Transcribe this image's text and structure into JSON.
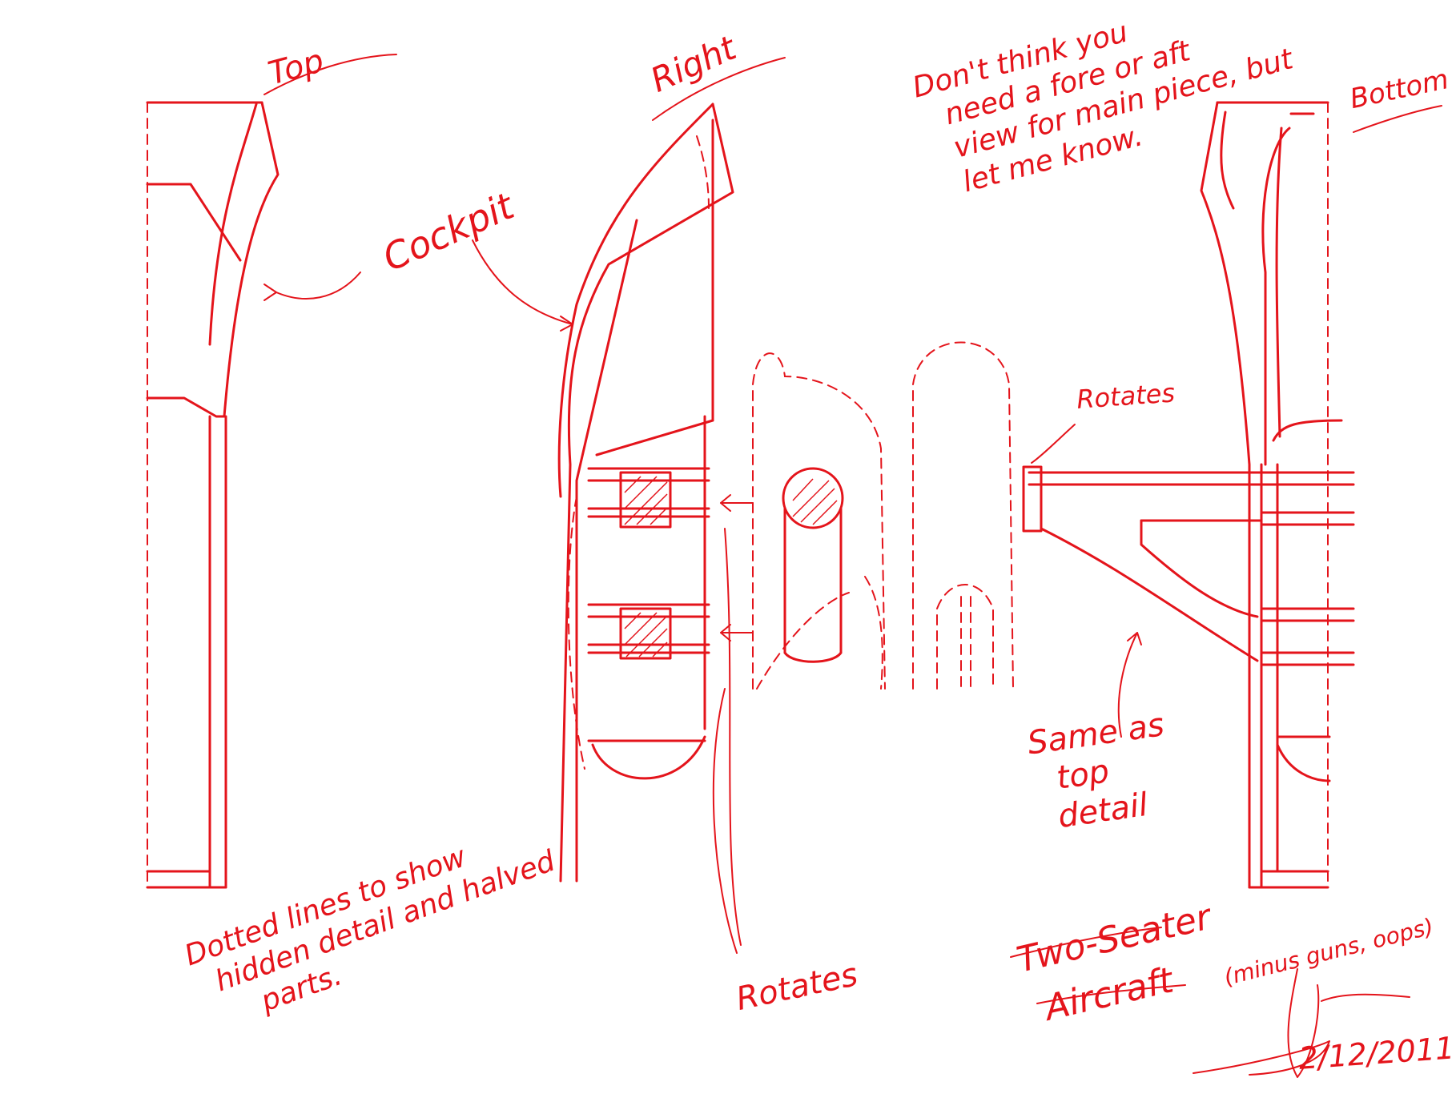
{
  "ink_color": "#e4141b",
  "background_color": "#ffffff",
  "labels": {
    "view_top": "Top",
    "view_right": "Right",
    "view_bottom": "Bottom",
    "cockpit": "Cockpit",
    "note_lines": [
      "Don't think you",
      "need a fore or aft",
      "view for main piece, but",
      "let me know."
    ],
    "rotates_right": "Rotates",
    "rotates_bottom": "Rotates",
    "dotted_lines_lines": [
      "Dotted lines to show",
      "hidden detail and halved",
      "parts."
    ],
    "same_as_lines": [
      "Same as",
      "top",
      "detail"
    ],
    "title_line1": "Two-Seater",
    "title_line2": "Aircraft",
    "title_aside": "(minus guns, oops)",
    "date": "2/12/2011"
  }
}
